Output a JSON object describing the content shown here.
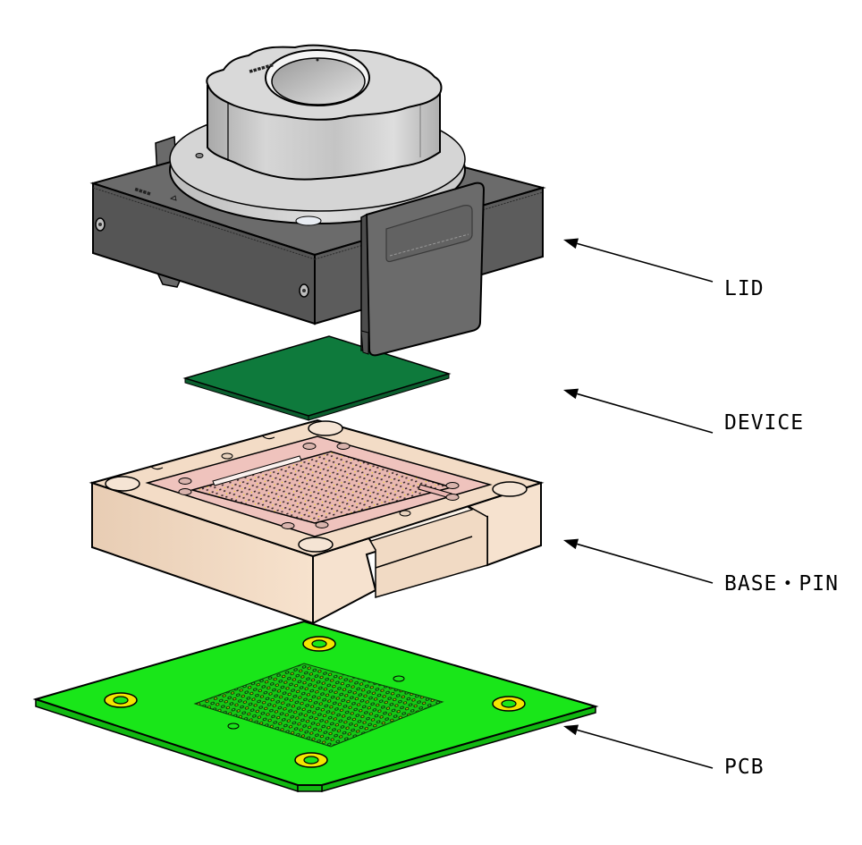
{
  "figure": {
    "title": "Test socket exploded view",
    "background_color": "#ffffff"
  },
  "components": [
    {
      "id": "lid",
      "label": "LID",
      "body_color": "#5f5f5f",
      "knob_color": "#bdbdbd"
    },
    {
      "id": "device",
      "label": "DEVICE",
      "color": "#0e7a3c"
    },
    {
      "id": "base-pin",
      "label": "BASE・PIN",
      "body_color": "#f4dcc6",
      "pin_area_color": "#e9b5b1"
    },
    {
      "id": "pcb",
      "label": "PCB",
      "color": "#19e619",
      "pad_color": "#f2e600"
    }
  ],
  "colors": {
    "line": "#000000",
    "arrow": "#000000"
  }
}
